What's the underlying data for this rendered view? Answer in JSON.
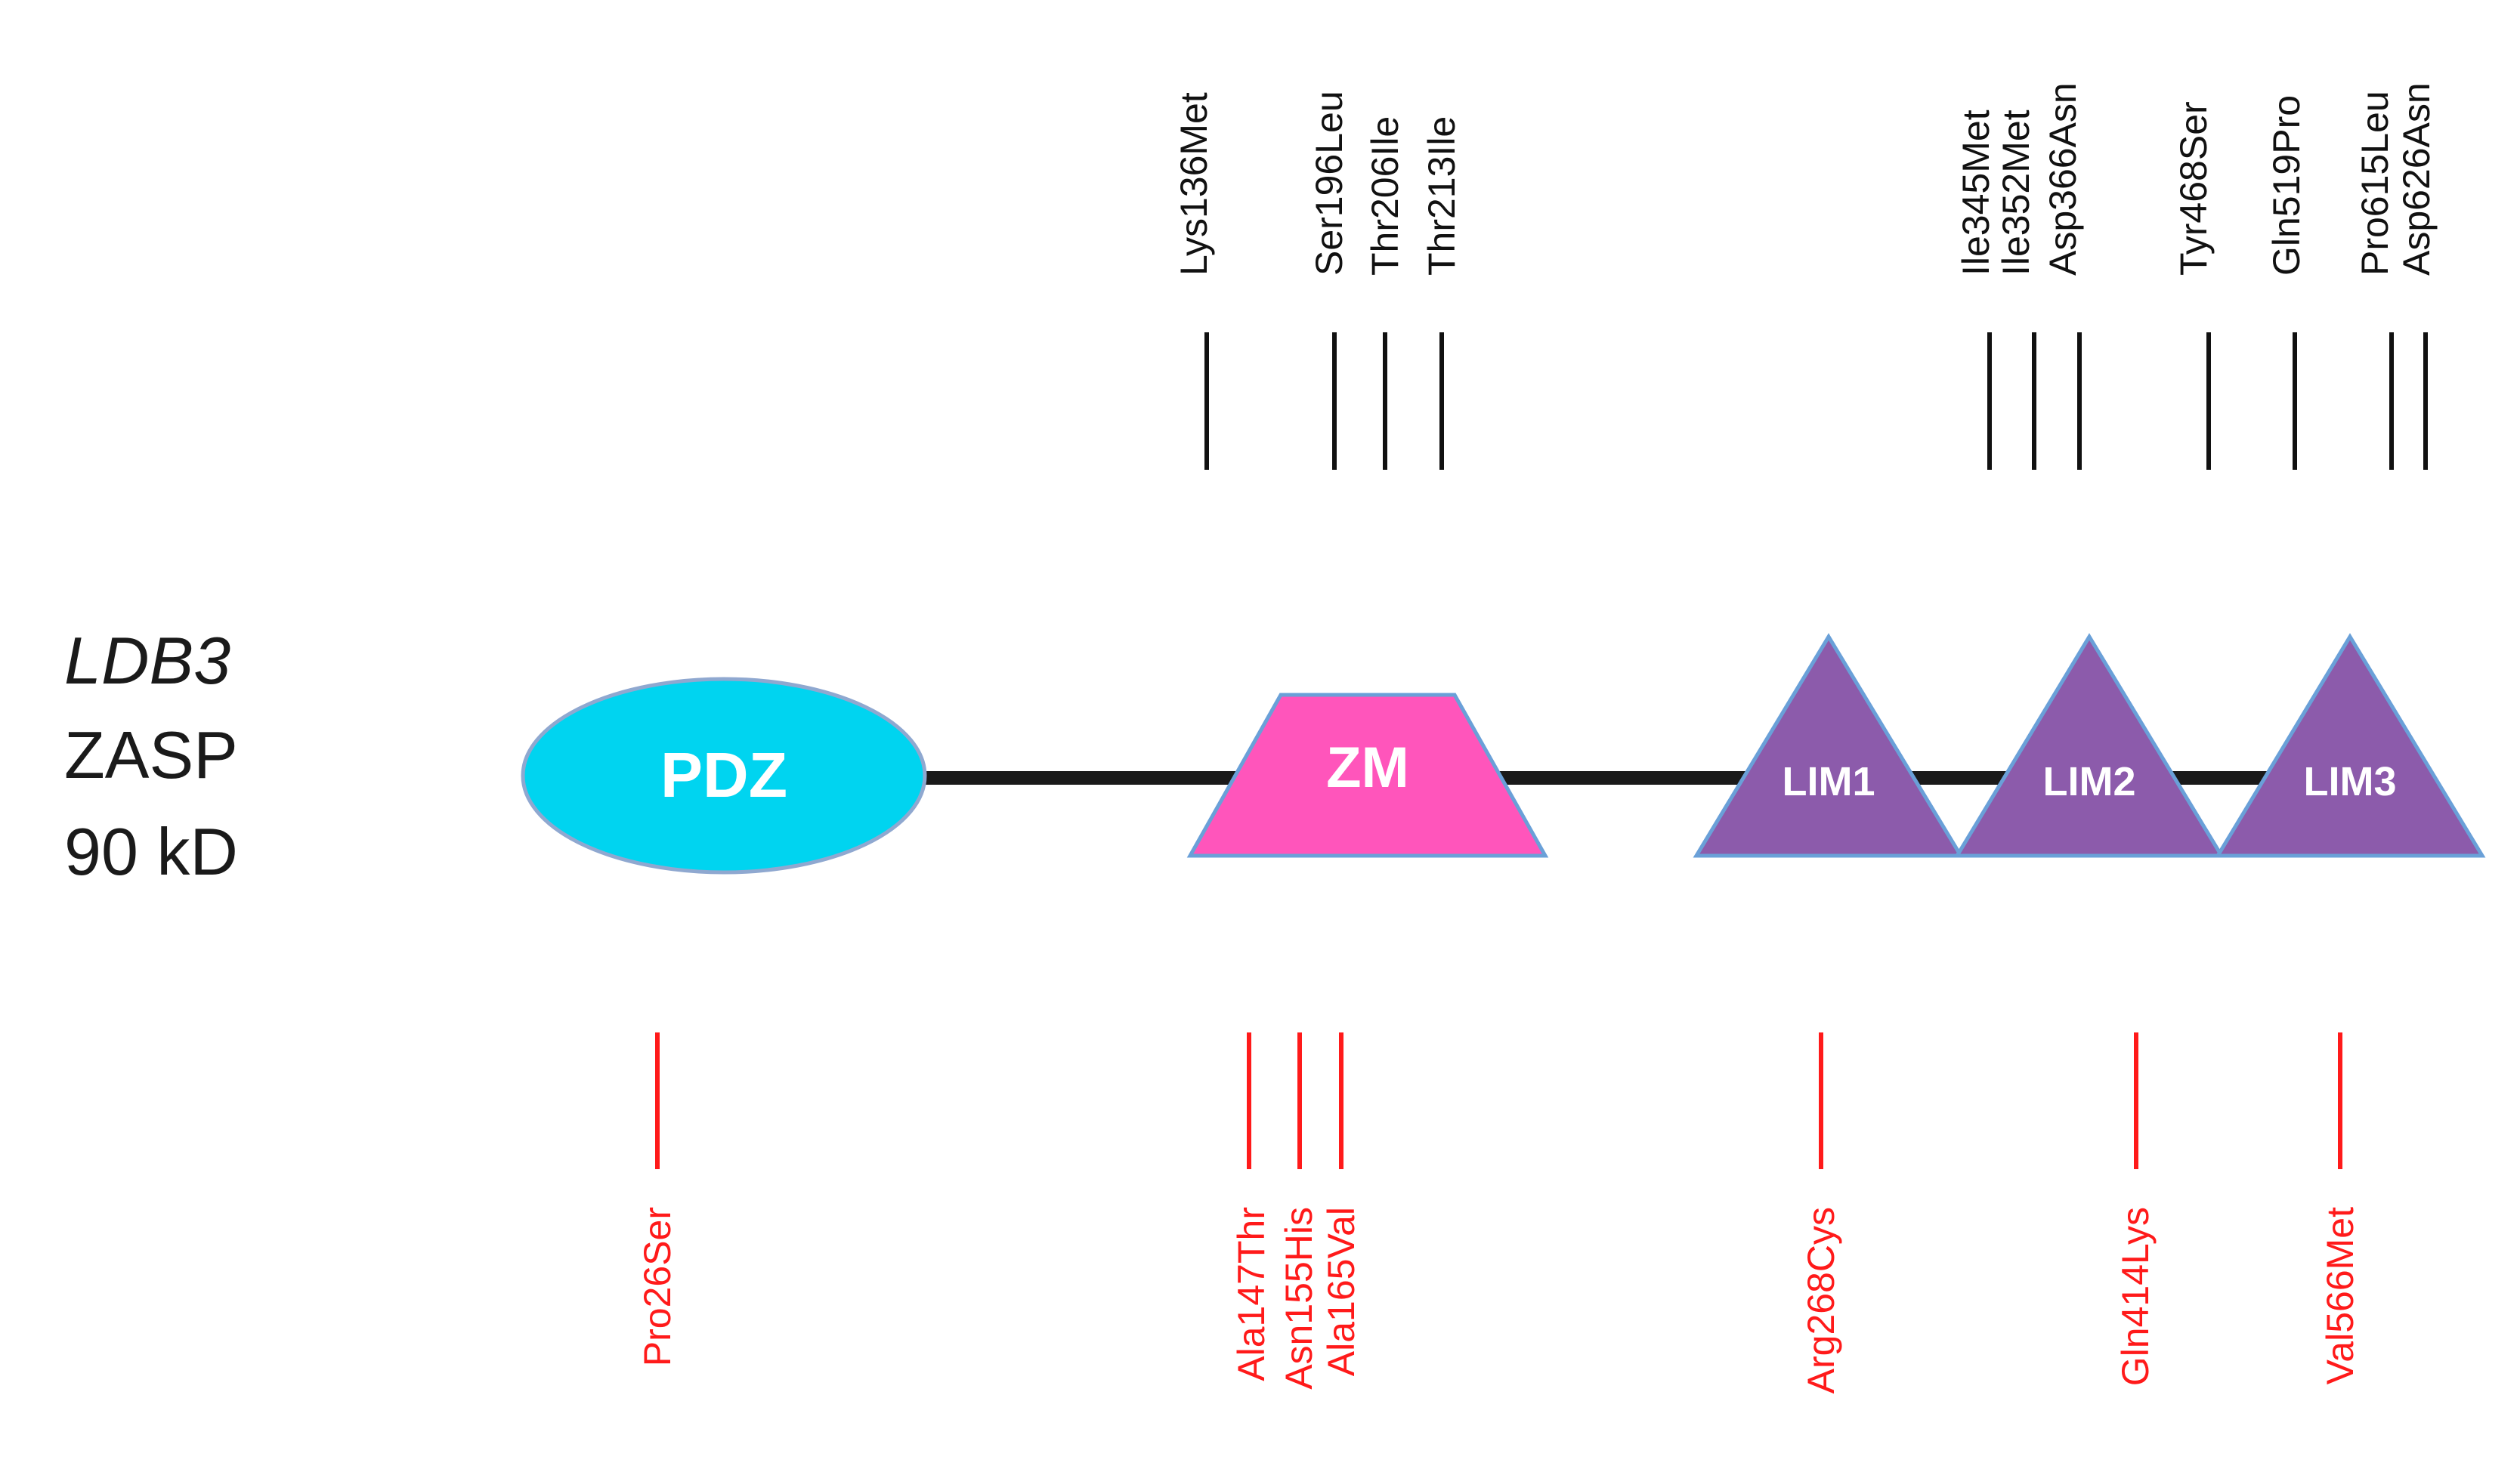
{
  "gene": {
    "symbol": "LDB3",
    "protein": "ZASP",
    "size": "90 kD"
  },
  "colors": {
    "backbone": "#1a1a1a",
    "pdz_fill": "#00d4f0",
    "pdz_stroke": "#8fa8d0",
    "zm_fill": "#ff55bb",
    "zm_stroke": "#6aa0d8",
    "lim_fill": "#8c5bab",
    "lim_stroke": "#6aa0d8",
    "top_variant": "#111111",
    "bottom_variant": "#ff1a1a"
  },
  "domains": [
    {
      "id": "pdz",
      "label": "PDZ",
      "shape": "ellipse"
    },
    {
      "id": "zm",
      "label": "ZM",
      "shape": "trapezoid"
    },
    {
      "id": "lim1",
      "label": "LIM1",
      "shape": "triangle"
    },
    {
      "id": "lim2",
      "label": "LIM2",
      "shape": "triangle"
    },
    {
      "id": "lim3",
      "label": "LIM3",
      "shape": "triangle"
    }
  ],
  "variants_top": [
    "Lys136Met",
    "Ser196Leu",
    "Thr206Ile",
    "Thr213Ile",
    "Ile345Met",
    "Ile352Met",
    "Asp366Asn",
    "Tyr468Ser",
    "Gln519Pro",
    "Pro615Leu",
    "Asp626Asn"
  ],
  "variants_bottom": [
    "Pro26Ser",
    "Ala147Thr",
    "Asn155His",
    "Ala165Val",
    "Arg268Cys",
    "Gln414Lys",
    "Val566Met"
  ]
}
